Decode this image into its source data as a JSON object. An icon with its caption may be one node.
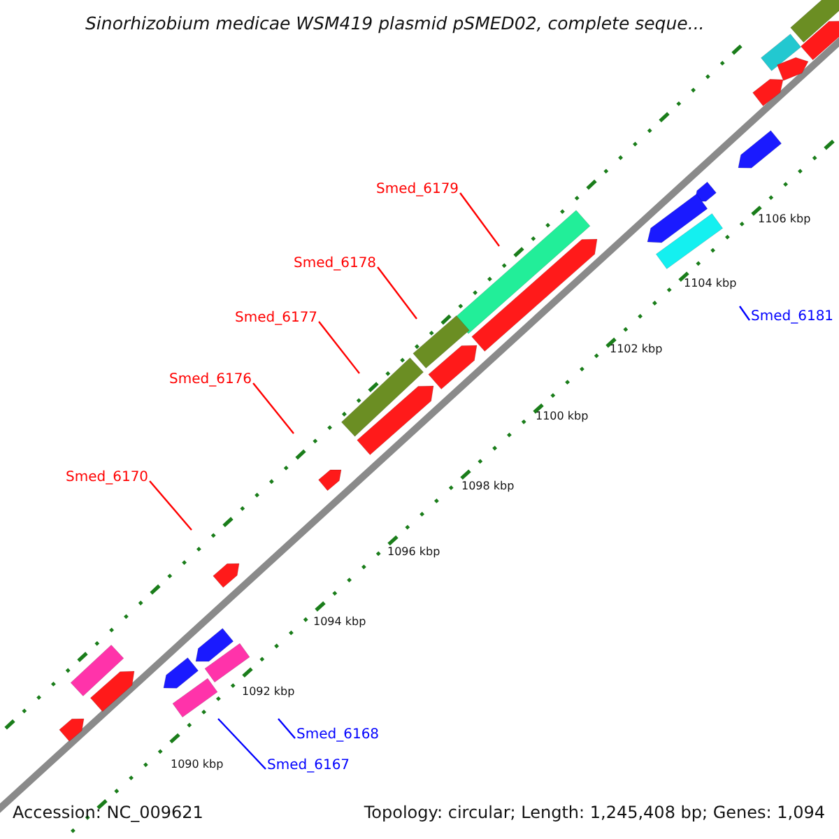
{
  "diagram": {
    "title": "Sinorhizobium medicae WSM419 plasmid pSMED02, complete seque...",
    "nodes": [
      {
        "text": [
          "Smed_6179"
        ]
      },
      {
        "text": [
          "Smed_6178"
        ]
      },
      {
        "text": [
          "Smed_6181"
        ]
      },
      {
        "text": [
          "Smed_6177"
        ]
      },
      {
        "text": [
          "Smed_6176"
        ]
      },
      {
        "text": [
          "Smed_6170"
        ]
      },
      {
        "text": [
          "Smed_6168"
        ]
      },
      {
        "text": [
          "Smed_6167"
        ]
      }
    ],
    "edges": [
      {
        "from": 0,
        "to": null,
        "arrow": "none"
      },
      {
        "from": 1,
        "to": null,
        "arrow": "none"
      },
      {
        "from": 2,
        "to": null,
        "arrow": "none",
        "color": "#0000ff"
      },
      {
        "from": 3,
        "to": null,
        "arrow": "none"
      },
      {
        "from": 4,
        "to": null,
        "arrow": "none"
      },
      {
        "from": 5,
        "to": null,
        "arrow": "none"
      },
      {
        "from": 6,
        "to": null,
        "arrow": "none",
        "color": "#0000ff"
      },
      {
        "from": 7,
        "to": null,
        "arrow": "none",
        "color": "#0000ff"
      }
    ],
    "labels": [
      "1106 kbp",
      "1104 kbp",
      "1102 kbp",
      "1100 kbp",
      "1098 kbp",
      "1096 kbp",
      "1094 kbp",
      "1092 kbp",
      "1090 kbp",
      "Accession: NC_009621",
      "Topology: circular; Length: 1,245,408 bp; Genes: 1,094"
    ]
  }
}
